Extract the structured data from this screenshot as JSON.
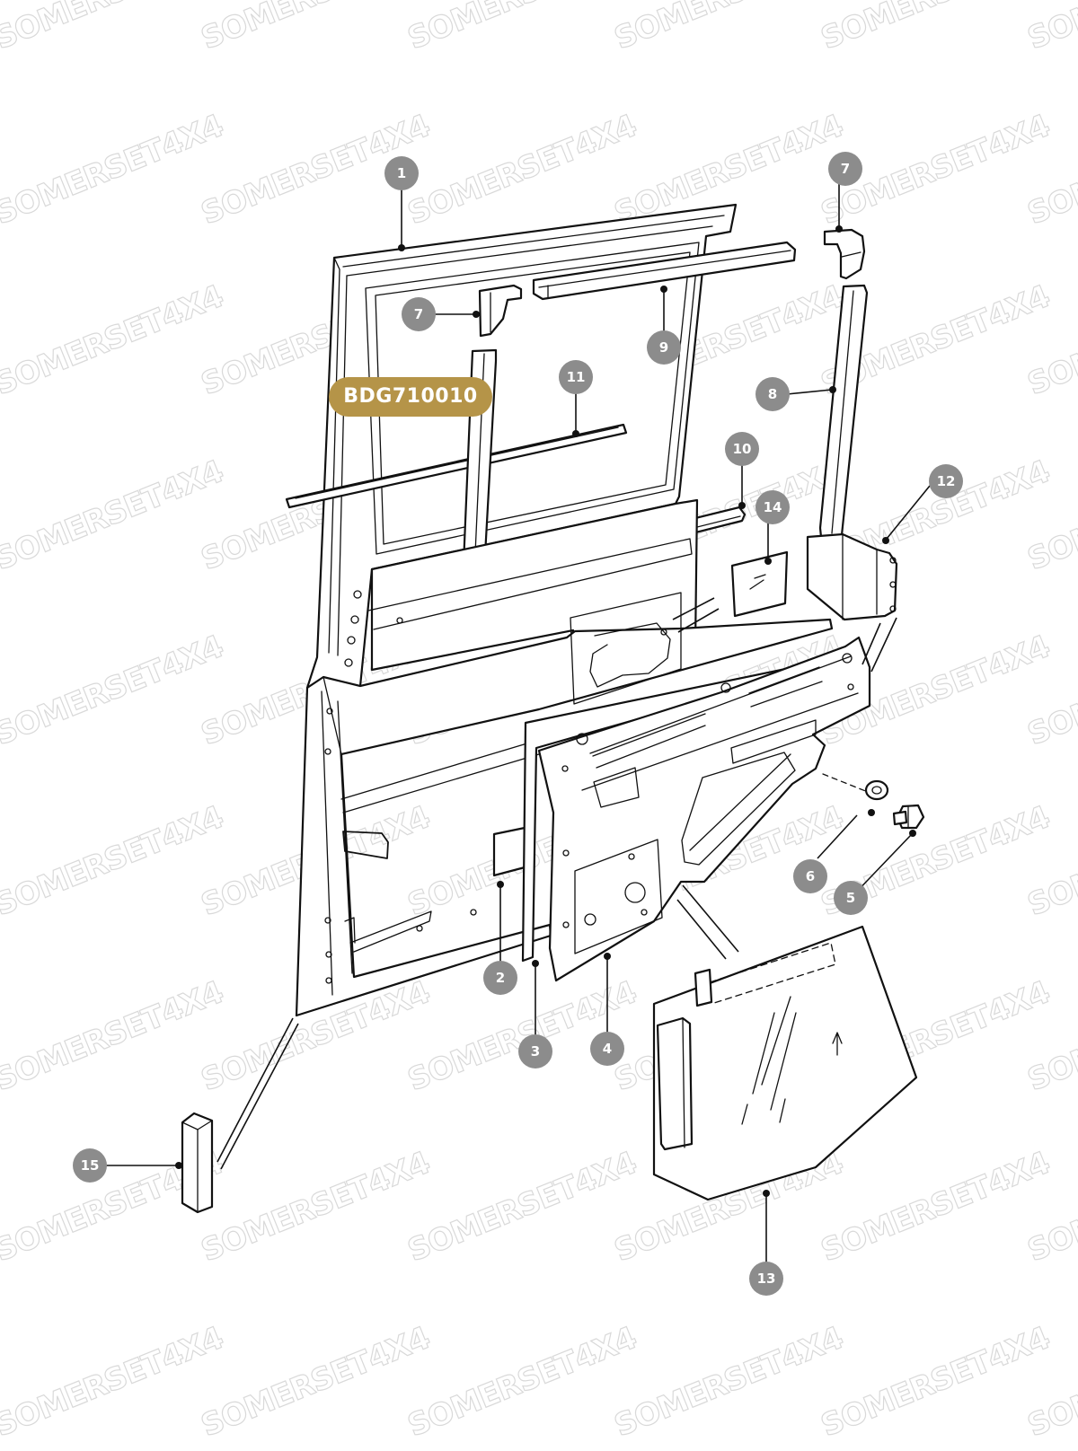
{
  "diagram": {
    "watermark_text": "SOMERSET4X4",
    "part_code": "BDG710010",
    "callouts": [
      "1",
      "2",
      "3",
      "4",
      "5",
      "6",
      "7",
      "7",
      "8",
      "9",
      "10",
      "11",
      "12",
      "13",
      "14",
      "15"
    ],
    "colors": {
      "badge": "#b59448",
      "callout_bubble": "#8c8c8c",
      "linework": "#111111",
      "watermark": "#d9d9d9"
    }
  }
}
